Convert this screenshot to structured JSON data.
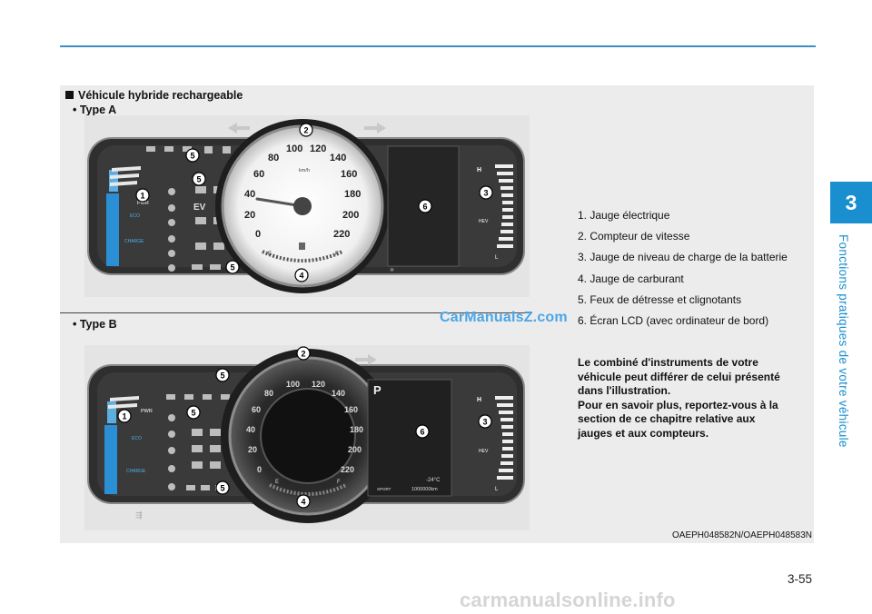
{
  "section": {
    "number": "3",
    "title": "Fonctions pratiques de votre véhicule"
  },
  "heading": "Véhicule hybride rechargeable",
  "type_a": "• Type A",
  "type_b": "• Type B",
  "gauge": {
    "speed_ticks": [
      "0",
      "20",
      "40",
      "60",
      "80",
      "100",
      "120",
      "140",
      "160",
      "180",
      "200",
      "220"
    ],
    "unit": "km/h",
    "gear": "P",
    "temp": "-24°C",
    "odo": "1000000km",
    "sport": "SPORT",
    "ev": "EV",
    "pwr": "PWR",
    "eco": "ECO",
    "charge": "CHARGE",
    "hev": "HEV",
    "h": "H",
    "l": "L",
    "e": "E",
    "f": "F"
  },
  "legend": [
    "1. Jauge électrique",
    "2. Compteur de vitesse",
    "3. Jauge de niveau de charge de la batterie",
    "4. Jauge de carburant",
    "5. Feux de détresse et clignotants",
    "6. Écran LCD (avec ordinateur de bord)"
  ],
  "note": [
    "Le combiné d'instruments de votre",
    "véhicule peut différer de celui présenté",
    "dans l'illustration.",
    "Pour en savoir plus, reportez-vous à la",
    "section de ce chapitre relative aux",
    "jauges et aux compteurs."
  ],
  "image_code": "OAEPH048582N/OAEPH048583N",
  "watermark": "CarManualsZ.com",
  "page_number": "3-55",
  "footer_watermark": "carmanualsonline.info"
}
